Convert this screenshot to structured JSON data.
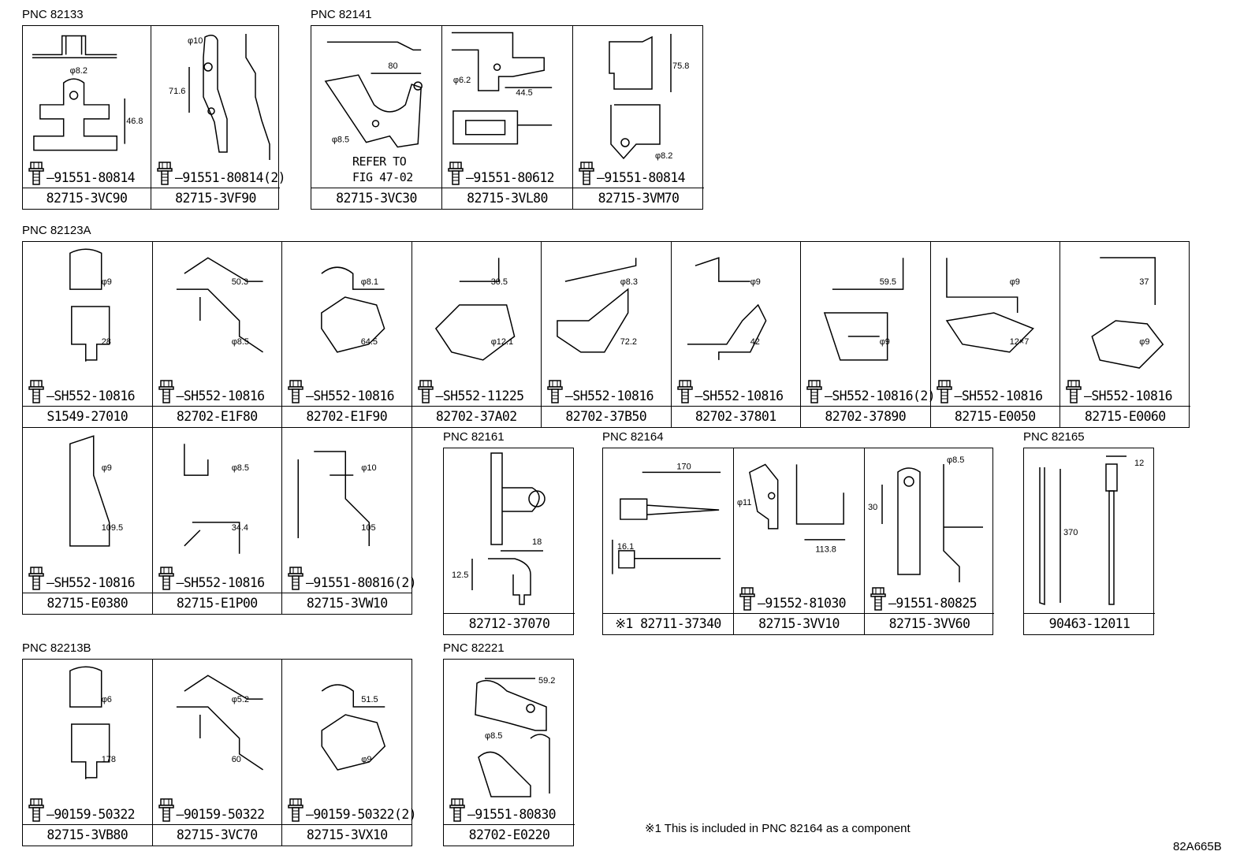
{
  "groups": [
    {
      "pnc": "PNC 82133",
      "cells": [
        {
          "bolt": "91551-80814",
          "part": "82715-3VC90",
          "dims": [
            "φ8.2",
            "46.8"
          ]
        },
        {
          "bolt": "91551-80814(2)",
          "part": "82715-3VF90",
          "dims": [
            "φ10",
            "71.6"
          ]
        }
      ]
    },
    {
      "pnc": "PNC 82141",
      "cells": [
        {
          "bolt": "",
          "part": "82715-3VC30",
          "dims": [
            "80",
            "φ8.5"
          ],
          "refer": [
            "REFER TO",
            "FIG 47-02"
          ]
        },
        {
          "bolt": "91551-80612",
          "part": "82715-3VL80",
          "dims": [
            "φ6.2",
            "44.5"
          ]
        },
        {
          "bolt": "91551-80814",
          "part": "82715-3VM70",
          "dims": [
            "75.8",
            "φ8.2"
          ]
        }
      ]
    },
    {
      "pnc": "PNC 82123A",
      "cells": [
        {
          "bolt": "SH552-10816",
          "part": "S1549-27010",
          "dims": [
            "φ9",
            "28"
          ]
        },
        {
          "bolt": "SH552-10816",
          "part": "82702-E1F80",
          "dims": [
            "50.3",
            "φ8.5"
          ]
        },
        {
          "bolt": "SH552-10816",
          "part": "82702-E1F90",
          "dims": [
            "φ8.1",
            "64.5"
          ]
        },
        {
          "bolt": "SH552-11225",
          "part": "82702-37A02",
          "dims": [
            "30.5",
            "φ12.1"
          ]
        },
        {
          "bolt": "SH552-10816",
          "part": "82702-37B50",
          "dims": [
            "φ8.3",
            "72.2"
          ]
        },
        {
          "bolt": "SH552-10816",
          "part": "82702-37801",
          "dims": [
            "φ9",
            "42"
          ]
        },
        {
          "bolt": "SH552-10816(2)",
          "part": "82702-37890",
          "dims": [
            "59.5",
            "φ9"
          ]
        },
        {
          "bolt": "SH552-10816",
          "part": "82715-E0050",
          "dims": [
            "φ9",
            "12×7"
          ]
        },
        {
          "bolt": "SH552-10816",
          "part": "82715-E0060",
          "dims": [
            "37",
            "φ9"
          ]
        },
        {
          "bolt": "SH552-10816",
          "part": "82715-E0380",
          "dims": [
            "φ9",
            "109.5"
          ]
        },
        {
          "bolt": "SH552-10816",
          "part": "82715-E1P00",
          "dims": [
            "φ8.5",
            "34.4"
          ]
        },
        {
          "bolt": "91551-80816(2)",
          "part": "82715-3VW10",
          "dims": [
            "φ10",
            "105"
          ]
        }
      ]
    },
    {
      "pnc": "PNC 82161",
      "cells": [
        {
          "bolt": "",
          "part": "82712-37070",
          "dims": [
            "18",
            "12.5"
          ]
        }
      ]
    },
    {
      "pnc": "PNC 82164",
      "cells": [
        {
          "bolt": "",
          "part": "※1 82711-37340",
          "dims": [
            "170",
            "16.1"
          ]
        },
        {
          "bolt": "91552-81030",
          "part": "82715-3VV10",
          "dims": [
            "φ11",
            "113.8"
          ]
        },
        {
          "bolt": "91551-80825",
          "part": "82715-3VV60",
          "dims": [
            "φ8.5",
            "30"
          ]
        }
      ]
    },
    {
      "pnc": "PNC 82165",
      "cells": [
        {
          "bolt": "",
          "part": "90463-12011",
          "dims": [
            "12",
            "370"
          ]
        }
      ]
    },
    {
      "pnc": "PNC 82213B",
      "cells": [
        {
          "bolt": "90159-50322",
          "part": "82715-3VB80",
          "dims": [
            "φ6",
            "178"
          ]
        },
        {
          "bolt": "90159-50322",
          "part": "82715-3VC70",
          "dims": [
            "φ5.2",
            "60"
          ]
        },
        {
          "bolt": "90159-50322(2)",
          "part": "82715-3VX10",
          "dims": [
            "51.5",
            "φ9"
          ]
        }
      ]
    },
    {
      "pnc": "PNC 82221",
      "cells": [
        {
          "bolt": "91551-80830",
          "part": "82702-E0220",
          "dims": [
            "59.2",
            "φ8.5"
          ]
        }
      ]
    }
  ],
  "footnote": "※1 This is included in PNC 82164 as a component",
  "figure_code": "82A665B"
}
